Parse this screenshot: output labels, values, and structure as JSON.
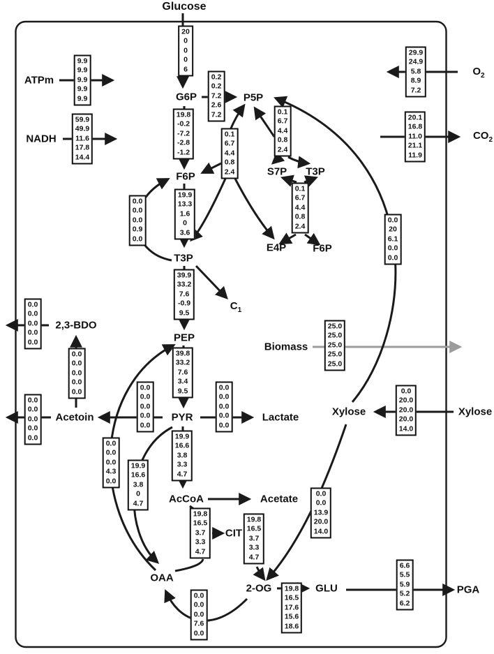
{
  "figure": {
    "type": "metabolic-flux-map",
    "description": "Central carbon metabolism flux map with five flux values per reaction box"
  },
  "colors": {
    "arrow": "#1a1a1a",
    "biomass_arrow": "#9b9b9b",
    "box_border": "#111111",
    "background": "#ffffff"
  },
  "labels": {
    "glucose": "Glucose",
    "g6p": "G6P",
    "p5p": "P5P",
    "f6p": "F6P",
    "s7p": "S7P",
    "t3p_ppp": "T3P",
    "e4p": "E4P",
    "f6p_ppp": "F6P",
    "t3p": "T3P",
    "c1": {
      "main": "C",
      "sub": "1"
    },
    "pep": "PEP",
    "pyr": "PYR",
    "accoa": "AcCoA",
    "acetate": "Acetate",
    "cit": "CIT",
    "oaa": "OAA",
    "og": "2-OG",
    "glu": "GLU",
    "lactate": "Lactate",
    "acetoin": "Acetoin",
    "bdo": "2,3-BDO",
    "biomass": "Biomass",
    "xylose_internal": "Xylose",
    "xylose_external": "Xylose",
    "o2": {
      "main": "O",
      "sub": "2"
    },
    "co2": {
      "main": "CO",
      "sub": "2"
    },
    "pga": "PGA",
    "atpm": "ATPm",
    "nadh": "NADH"
  },
  "flux_boxes": {
    "glucose_uptake": [
      "20",
      "0",
      "0",
      "0",
      "6"
    ],
    "atpm": [
      "9.9",
      "9.9",
      "9.9",
      "9.9",
      "9.9"
    ],
    "nadh": [
      "59.9",
      "49.9",
      "11.6",
      "17.8",
      "14.4"
    ],
    "o2": [
      "29.9",
      "24.9",
      "5.8",
      "8.9",
      "7.2"
    ],
    "co2": [
      "20.1",
      "16.8",
      "11.0",
      "21.1",
      "11.9"
    ],
    "g6p_p5p": [
      "0.2",
      "0.2",
      "7.2",
      "2.6",
      "7.2"
    ],
    "g6p_f6p": [
      "19.8",
      "-0.2",
      "-7.2",
      "-2.8",
      "-1.2"
    ],
    "tk1": [
      "0.1",
      "6.7",
      "4.4",
      "0.8",
      "2.4"
    ],
    "tk2": [
      "0.1",
      "6.7",
      "4.4",
      "0.8",
      "2.4"
    ],
    "ta": [
      "0.1",
      "6.7",
      "4.4",
      "0.8",
      "2.4"
    ],
    "fbp": [
      "0.0",
      "0.0",
      "0.0",
      "0.9",
      "0.0"
    ],
    "f6p_t3p": [
      "19.9",
      "13.3",
      "1.6",
      "0",
      "3.6"
    ],
    "t3p_pep": [
      "39.9",
      "33.2",
      "7.6",
      "-0.9",
      "9.5"
    ],
    "pep_pyr": [
      "39.8",
      "33.2",
      "7.6",
      "3.4",
      "9.5"
    ],
    "bdo_export": [
      "0.0",
      "0.0",
      "0.0",
      "0.0",
      "0.0"
    ],
    "acetoin_bdo": [
      "0.0",
      "0.0",
      "0.0",
      "0.0",
      "0.0"
    ],
    "acetoin_export": [
      "0.0",
      "0.0",
      "0.0",
      "0.0",
      "0.0"
    ],
    "pyr_acetoin": [
      "0.0",
      "0.0",
      "0.0",
      "0.0",
      "0.0"
    ],
    "pyr_lactate": [
      "0.0",
      "0.0",
      "0.0",
      "0.0",
      "0.0"
    ],
    "pyr_accoa": [
      "19.9",
      "16.6",
      "3.8",
      "3.3",
      "4.7"
    ],
    "oaa_pep": [
      "0.0",
      "0.0",
      "0.0",
      "4.3",
      "0.0"
    ],
    "pyr_oaa": [
      "19.9",
      "16.6",
      "3.8",
      "0",
      "4.7"
    ],
    "accoa_cit": [
      "19.8",
      "16.5",
      "3.7",
      "3.3",
      "4.7"
    ],
    "cit_2og": [
      "19.8",
      "16.5",
      "3.7",
      "3.3",
      "4.7"
    ],
    "og_glu": [
      "19.8",
      "16.5",
      "17.6",
      "15.6",
      "18.6"
    ],
    "og_oaa": [
      "0.0",
      "0.0",
      "0.0",
      "7.6",
      "0.0"
    ],
    "glu_pga": [
      "6.6",
      "5.5",
      "5.9",
      "5.2",
      "6.2"
    ],
    "biomass": [
      "25.0",
      "25.0",
      "25.0",
      "25.0",
      "25.0"
    ],
    "xylose_uptake": [
      "0.0",
      "20.0",
      "20.0",
      "20.0",
      "14.0"
    ],
    "xylose_p5p": [
      "0.0",
      "20",
      "6.1",
      "0.0",
      "0.0"
    ],
    "xylose_2og": [
      "0.0",
      "0.0",
      "13.9",
      "20.0",
      "14.0"
    ]
  }
}
